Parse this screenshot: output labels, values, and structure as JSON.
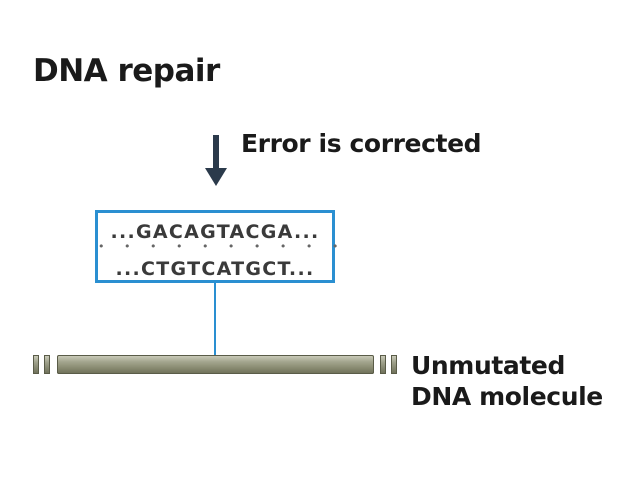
{
  "title": "DNA repair",
  "arrow_label": "Error is corrected",
  "sequence": {
    "top_strand": "...GACAGTACGA...",
    "pairing_dots": "• • • • • • • • • •",
    "bottom_strand": "...CTGTCATGCT..."
  },
  "molecule_label": {
    "line1": "Unmutated",
    "line2": "DNA molecule"
  },
  "colors": {
    "arrow": "#2b3a4b",
    "box_border": "#2a8fd1",
    "rod": "#9ea08a"
  },
  "icons": {
    "arrow": "down-arrow-icon"
  }
}
